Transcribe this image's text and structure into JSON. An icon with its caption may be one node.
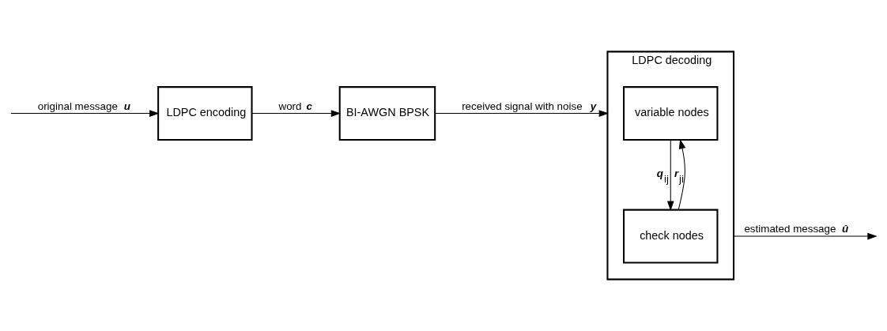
{
  "diagram": {
    "nodes": [
      {
        "text": [
          "LDPC encoding"
        ]
      },
      {
        "text": [
          "BI-AWGN BPSK"
        ]
      },
      {
        "text": [
          "LDPC decoding"
        ]
      },
      {
        "text": [
          "variable nodes"
        ],
        "in": 2
      },
      {
        "text": [
          "check nodes"
        ],
        "in": 2
      }
    ],
    "edges": [
      {
        "from": null,
        "to": 0,
        "arrow": "to",
        "label": "original message *u*"
      },
      {
        "from": 0,
        "to": 1,
        "arrow": "to",
        "label": "word *c*"
      },
      {
        "from": 1,
        "to": 2,
        "arrow": "to",
        "label": "received signal with noise *y*"
      },
      {
        "from": 2,
        "to": null,
        "arrow": "to",
        "label": "estimated message *û*"
      },
      {
        "from": 3,
        "to": 4,
        "arrow": "to",
        "label": "*q*$_{ij}$"
      },
      {
        "from": 4,
        "to": 3,
        "arrow": "to",
        "label": "*r*$_{ji}$"
      }
    ]
  }
}
